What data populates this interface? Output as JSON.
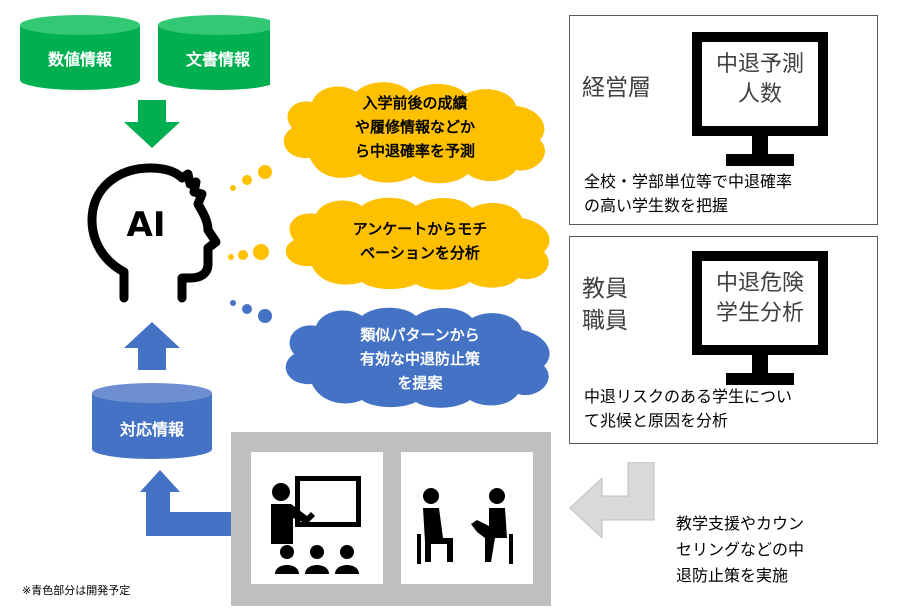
{
  "data_sources": {
    "numeric_info": "数値情報",
    "document_info": "文書情報",
    "response_info": "対応情報"
  },
  "ai": {
    "label": "AI"
  },
  "clouds": [
    {
      "lines": [
        "入学前後の成績",
        "や履修情報などか",
        "ら中退確率を予測"
      ],
      "color": "#ffc000"
    },
    {
      "lines": [
        "アンケートからモチ",
        "ベーションを分析"
      ],
      "color": "#ffc000"
    },
    {
      "lines": [
        "類似パターンから",
        "有効な中退防止策",
        "を提案"
      ],
      "color": "#4472c4"
    }
  ],
  "management": {
    "role": [
      "経営層"
    ],
    "screen": [
      "中退予測",
      "人数"
    ],
    "description": [
      "全校・学部単位等で中退確率",
      "の高い学生数を把握"
    ]
  },
  "staff": {
    "role": [
      "教員",
      "職員"
    ],
    "screen": [
      "中退危険",
      "学生分析"
    ],
    "description": [
      "中退リスクのある学生につい",
      "て兆候と原因を分析"
    ]
  },
  "support_text": [
    "教学支援やカウン",
    "セリングなどの中",
    "退防止策を実施"
  ],
  "footnote": "※青色部分は開発予定",
  "colors": {
    "green": "#00b050",
    "blue": "#4472c4",
    "yellow": "#ffc000",
    "gray": "#bfbfbf",
    "dark": "#000000"
  }
}
